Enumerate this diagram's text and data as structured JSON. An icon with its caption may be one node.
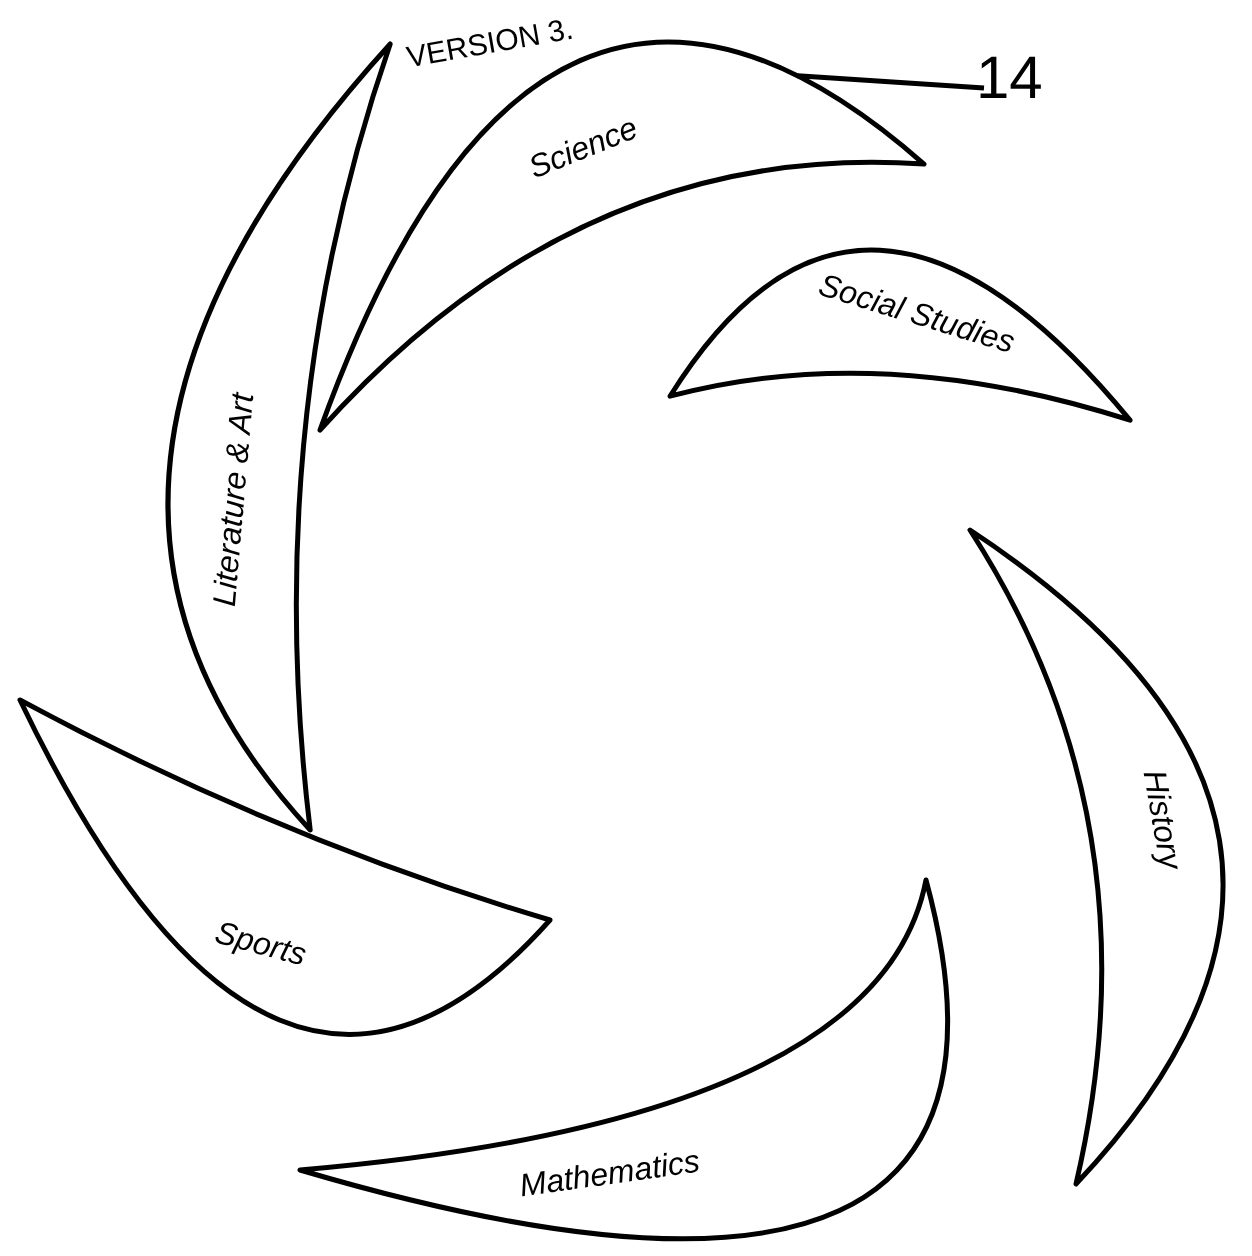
{
  "diagram": {
    "nodes": [
      {
        "text": [
          "Science"
        ]
      },
      {
        "text": [
          "Social Studies"
        ]
      },
      {
        "text": [
          "History"
        ]
      },
      {
        "text": [
          "Mathematics"
        ]
      },
      {
        "text": [
          "Sports"
        ]
      },
      {
        "text": [
          "Literature & Art"
        ]
      },
      {
        "text": [
          "14"
        ]
      }
    ],
    "edges": [
      {
        "from": 6,
        "to": 0,
        "arrow": "none"
      }
    ],
    "labels": [
      "VERSION 3."
    ]
  }
}
